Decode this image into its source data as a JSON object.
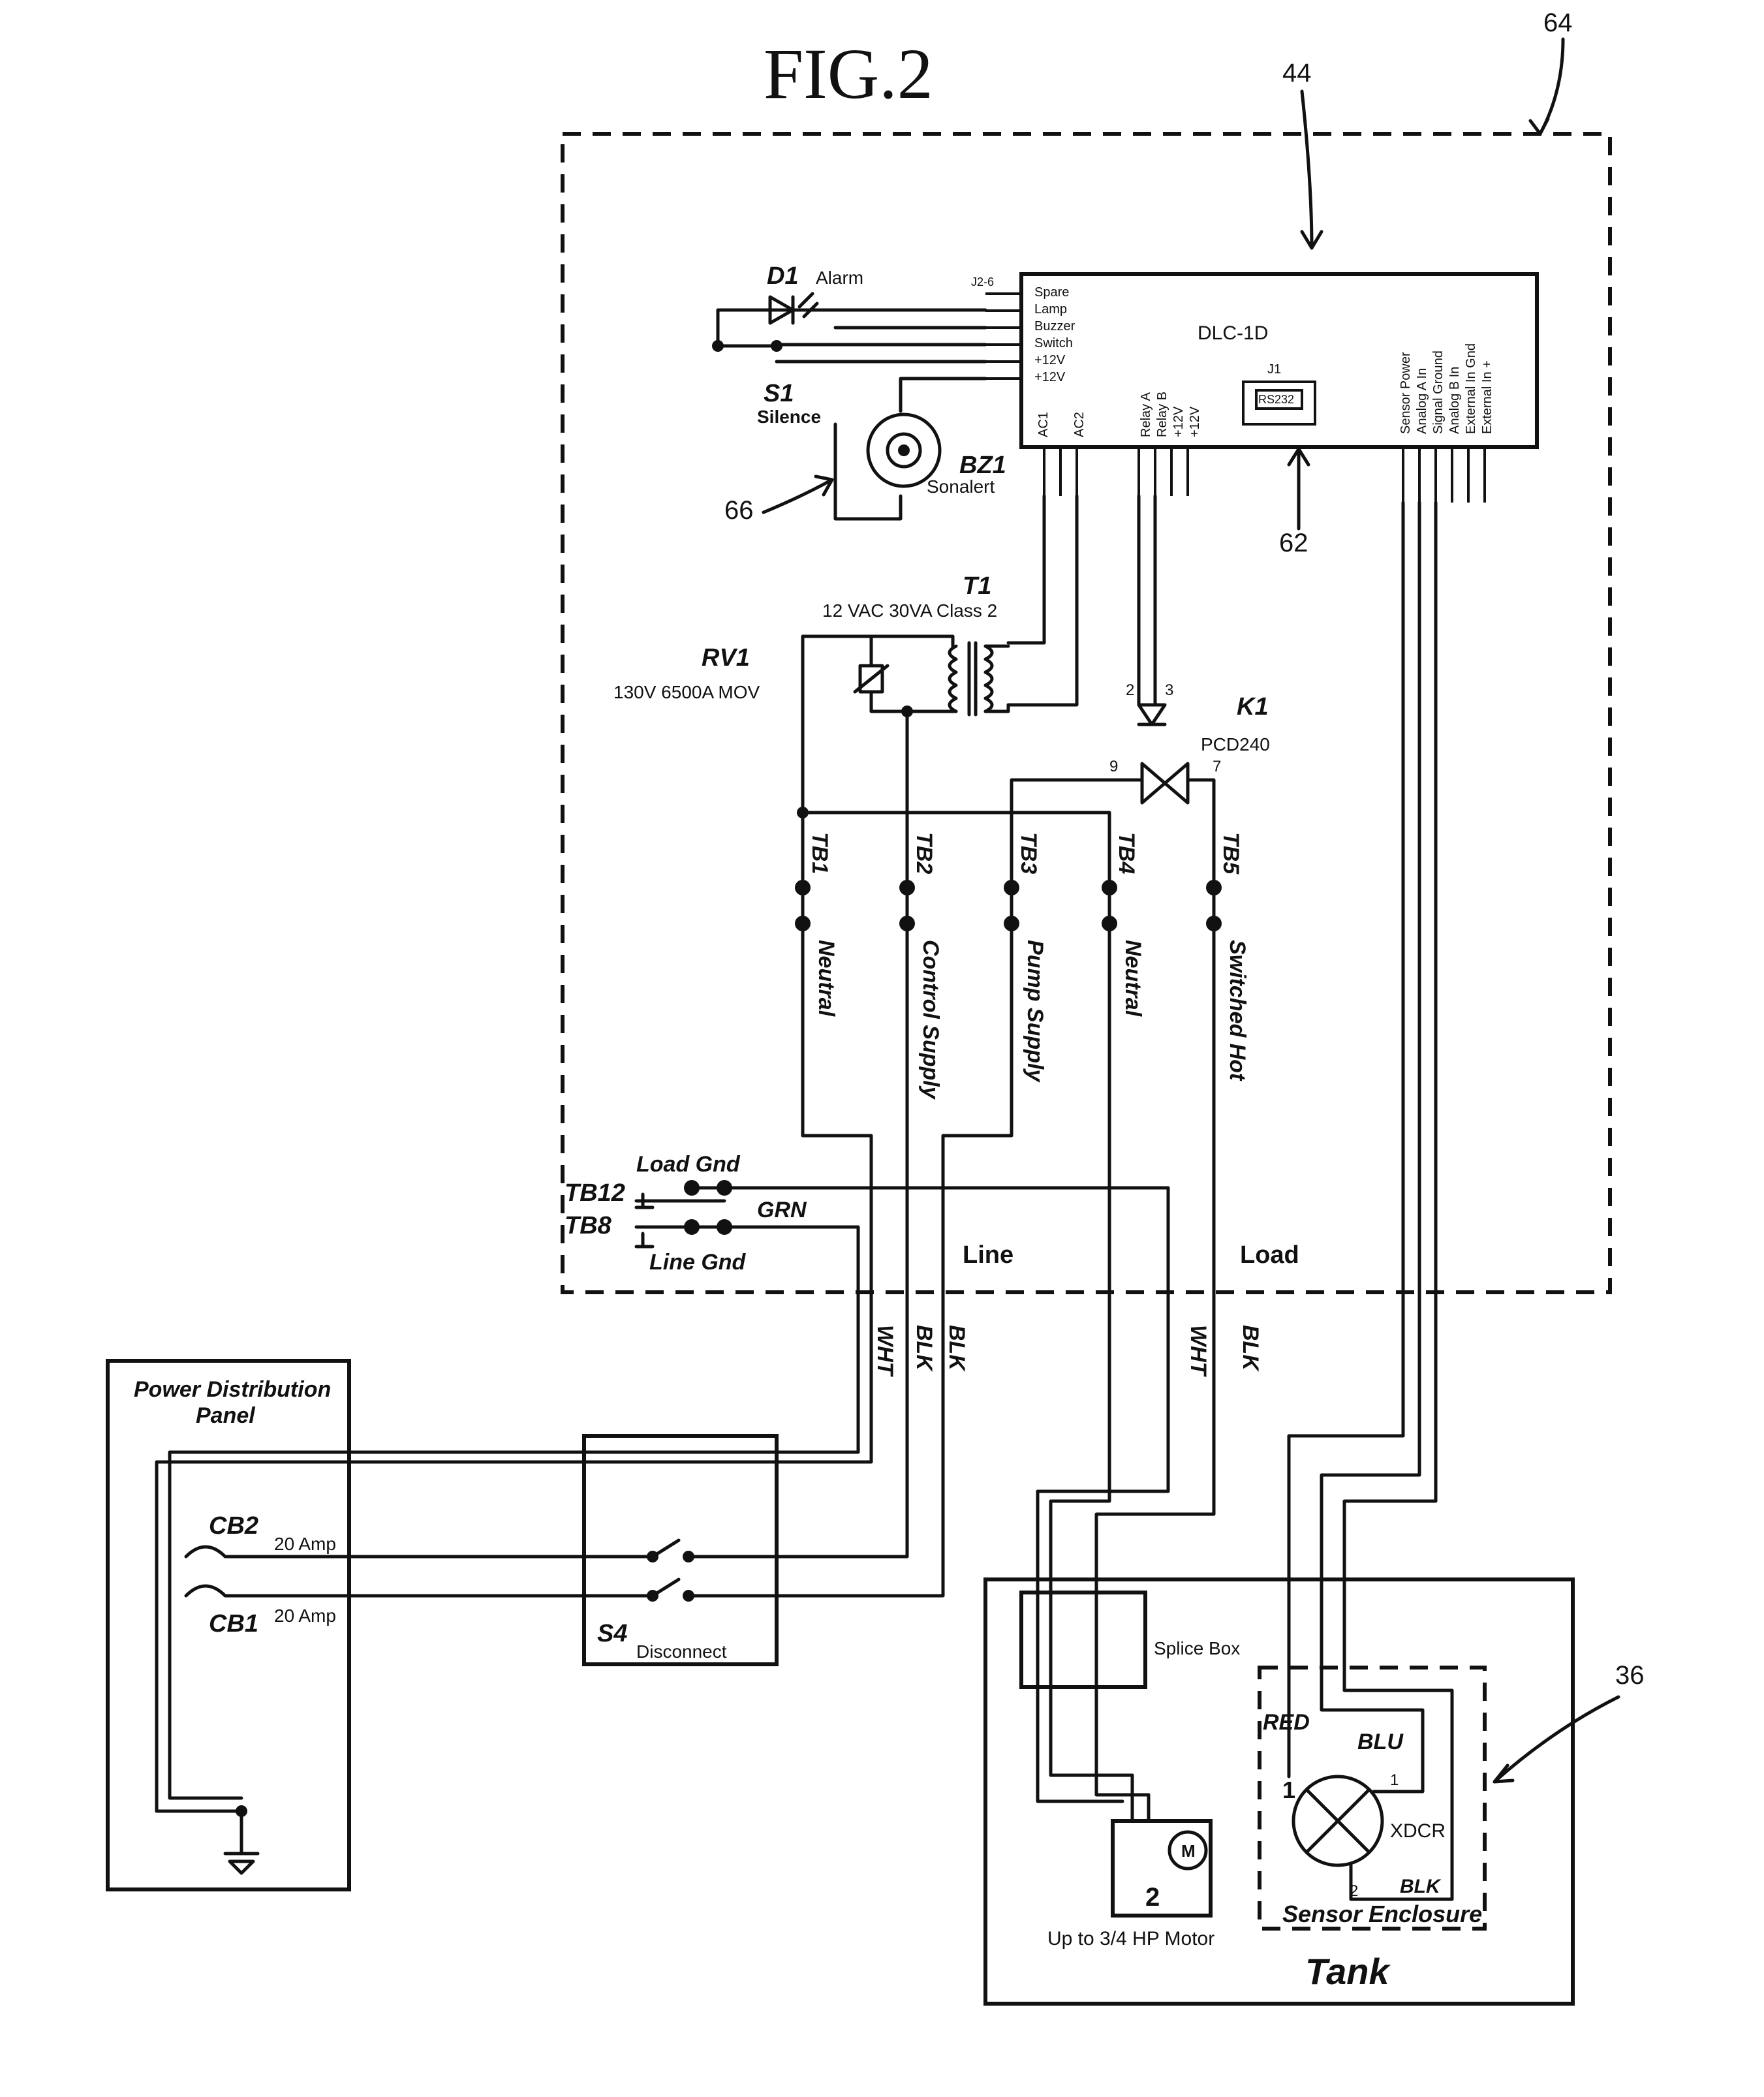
{
  "figure_title": "FIG.2",
  "refs": {
    "r64": "64",
    "r44": "44",
    "r66": "66",
    "r62": "62",
    "r36": "36"
  },
  "controller": {
    "name": "DLC-1D",
    "left_pins": [
      "Spare",
      "Lamp",
      "Buzzer",
      "Switch",
      "+12V",
      "+12V"
    ],
    "j2_label": "J2-6",
    "bottom_left_pins": [
      "AC1",
      "AC2"
    ],
    "relay_pins": [
      "Relay A",
      "Relay B",
      "+12V",
      "+12V"
    ],
    "j1_label": "J1",
    "rs232_label": "RS232",
    "right_pins": [
      "Sensor Power",
      "Analog A In",
      "Signal Ground",
      "Analog B In",
      "External In Gnd",
      "External In +"
    ]
  },
  "components": {
    "d1_id": "D1",
    "d1_label": "Alarm",
    "s1_id": "S1",
    "s1_label": "Silence",
    "bz1_id": "BZ1",
    "bz1_label": "Sonalert",
    "t1_id": "T1",
    "t1_label": "12 VAC  30VA Class 2",
    "rv1_id": "RV1",
    "rv1_label": "130V 6500A MOV",
    "k1_id": "K1",
    "k1_label": "PCD240",
    "k1_pins": [
      "2",
      "3",
      "9",
      "7"
    ]
  },
  "terminals": [
    {
      "id": "TB1",
      "label": "Neutral"
    },
    {
      "id": "TB2",
      "label": "Control Supply"
    },
    {
      "id": "TB3",
      "label": "Pump Supply"
    },
    {
      "id": "TB4",
      "label": "Neutral"
    },
    {
      "id": "TB5",
      "label": "Switched Hot"
    }
  ],
  "grounds": {
    "tb12": "TB12",
    "load_gnd": "Load Gnd",
    "tb8": "TB8",
    "line_gnd": "Line Gnd",
    "grn": "GRN"
  },
  "sections": {
    "line": "Line",
    "load": "Load"
  },
  "wire_colors": {
    "line_wht": "WHT",
    "line_blk": "BLK",
    "load_wht": "WHT",
    "load_blk": "BLK"
  },
  "panel": {
    "title_line1": "Power Distribution",
    "title_line2": "Panel",
    "cb2": "CB2",
    "cb2_rating": "20 Amp",
    "cb1": "CB1",
    "cb1_rating": "20 Amp"
  },
  "disconnect": {
    "id": "S4",
    "label": "Disconnect"
  },
  "tank": {
    "label": "Tank",
    "splice_box": "Splice Box",
    "motor_label": "Up to 3/4 HP Motor",
    "motor_num": "2",
    "motor_symbol": "M",
    "sensor_enclosure": "Sensor Enclosure",
    "xdcr": "XDCR",
    "red": "RED",
    "blu": "BLU",
    "blk": "BLK",
    "pin1a": "1",
    "pin1b": "1",
    "pin2": "2"
  }
}
